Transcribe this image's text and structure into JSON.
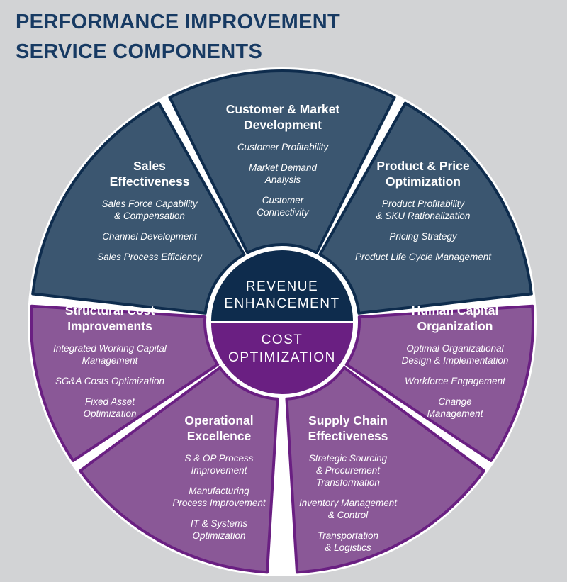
{
  "title": {
    "line1": "PERFORMANCE IMPROVEMENT",
    "line2": "SERVICE COMPONENTS"
  },
  "hub": {
    "top_line1": "REVENUE",
    "top_line2": "ENHANCEMENT",
    "bottom_line1": "COST",
    "bottom_line2": "OPTIMIZATION"
  },
  "segments": [
    {
      "id": "customer-market",
      "title": [
        "Customer & Market",
        "Development"
      ],
      "items": [
        [
          "Customer Profitability"
        ],
        [
          "Market Demand",
          "Analysis"
        ],
        [
          "Customer",
          "Connectivity"
        ]
      ]
    },
    {
      "id": "product-price",
      "title": [
        "Product & Price",
        "Optimization"
      ],
      "items": [
        [
          "Product Profitability",
          "& SKU Rationalization"
        ],
        [
          "Pricing Strategy"
        ],
        [
          "Product Life Cycle Management"
        ]
      ]
    },
    {
      "id": "sales-effectiveness",
      "title": [
        "Sales",
        "Effectiveness"
      ],
      "items": [
        [
          "Sales Force Capability",
          "& Compensation"
        ],
        [
          "Channel Development"
        ],
        [
          "Sales Process Efficiency"
        ]
      ]
    },
    {
      "id": "structural-cost",
      "title": [
        "Structural Cost",
        "Improvements"
      ],
      "items": [
        [
          "Integrated Working Capital",
          "Management"
        ],
        [
          "SG&A Costs Optimization"
        ],
        [
          "Fixed Asset",
          "Optimization"
        ]
      ]
    },
    {
      "id": "human-capital",
      "title": [
        "Human Capital",
        "Organization"
      ],
      "items": [
        [
          "Optimal Organizational",
          "Design & Implementation"
        ],
        [
          "Workforce Engagement"
        ],
        [
          "Change",
          "Management"
        ]
      ]
    },
    {
      "id": "operational-excellence",
      "title": [
        "Operational",
        "Excellence"
      ],
      "items": [
        [
          "S & OP Process",
          "Improvement"
        ],
        [
          "Manufacturing",
          "Process Improvement"
        ],
        [
          "IT & Systems",
          "Optimization"
        ]
      ]
    },
    {
      "id": "supply-chain",
      "title": [
        "Supply Chain",
        "Effectiveness"
      ],
      "items": [
        [
          "Strategic Sourcing",
          "& Procurement",
          "Transformation"
        ],
        [
          "Inventory Management",
          "& Control"
        ],
        [
          "Transportation",
          "& Logistics"
        ]
      ]
    }
  ],
  "colors": {
    "background": "#d2d3d5",
    "title": "#173a63",
    "revenue_segment": "#3b5670",
    "revenue_border": "#0e2c4d",
    "cost_segment": "#8a5897",
    "cost_border": "#6a1f82",
    "hub_revenue": "#0e2c4d",
    "hub_cost": "#6a1f82",
    "divider": "#ffffff"
  }
}
